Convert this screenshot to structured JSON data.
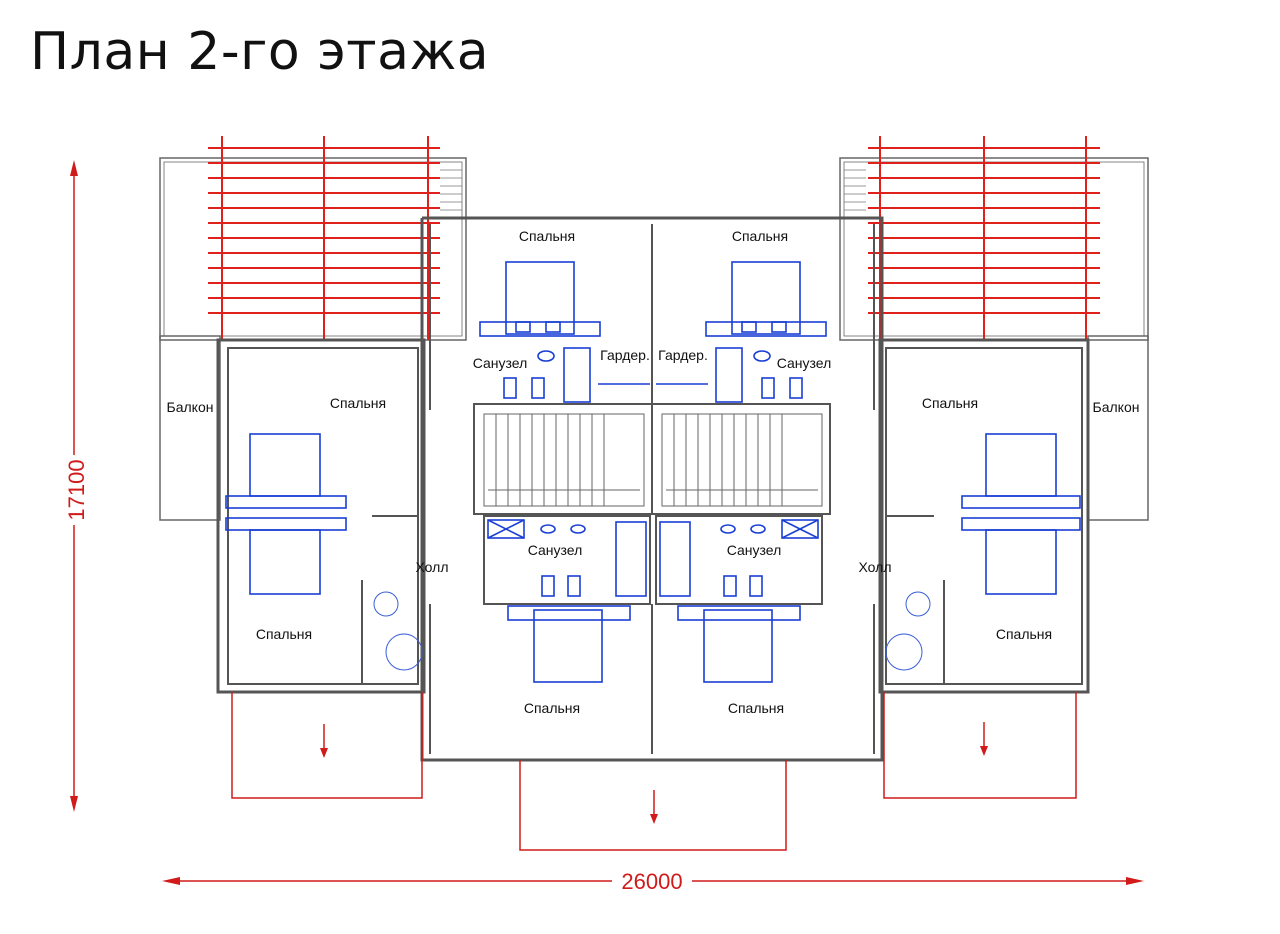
{
  "title": "План 2-го этажа",
  "dimensions": {
    "width": "26000",
    "height": "17100"
  },
  "rooms": {
    "bedroom_top_left": "Спальня",
    "bedroom_top_right": "Спальня",
    "bedroom_left": "Спальня",
    "bedroom_right": "Спальня",
    "bedroom_left_lower": "Спальня",
    "bedroom_right_lower": "Спальня",
    "bedroom_bottom_left": "Спальня",
    "bedroom_bottom_right": "Спальня",
    "bathroom_top_left": "Санузел",
    "bathroom_top_right": "Санузел",
    "bathroom_mid_left": "Санузел",
    "bathroom_mid_right": "Санузел",
    "wardrobe_left": "Гардер.",
    "wardrobe_right": "Гардер.",
    "hall_left": "Холл",
    "hall_right": "Холл",
    "balcony_left": "Балкон",
    "balcony_right": "Балкон"
  },
  "colors": {
    "walls": "#555555",
    "furniture": "#1a3fd6",
    "dimensions": "#d11a1a",
    "pergola": "#e0201a"
  }
}
